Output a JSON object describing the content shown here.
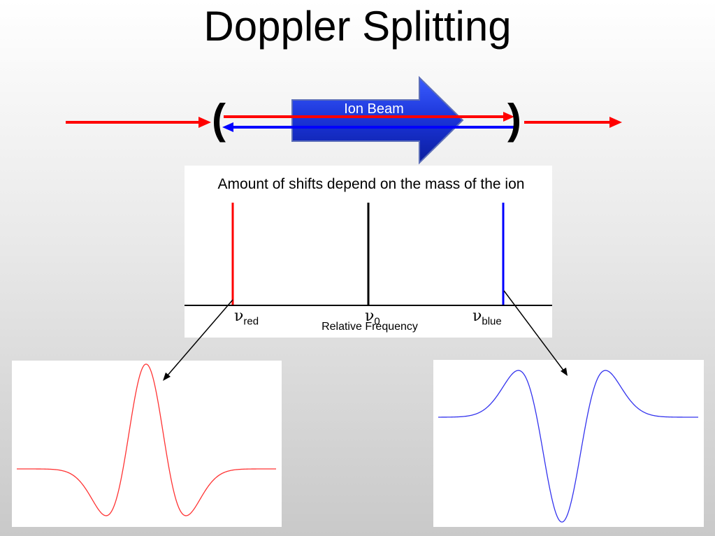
{
  "title": "Doppler Splitting",
  "beam": {
    "label": "Ion Beam",
    "left_mirror": "(",
    "right_mirror": ")",
    "colors": {
      "red": "#ff0000",
      "blue": "#0000ff",
      "arrow_body": "#1a33d6"
    }
  },
  "spectrum": {
    "caption": "Amount of shifts depend on the mass of the ion",
    "xlabel": "Relative Frequency",
    "lines": [
      {
        "name": "red",
        "symbol": "ν",
        "sub": "red",
        "color": "#ff0000"
      },
      {
        "name": "center",
        "symbol": "ν",
        "sub": "0",
        "color": "#000000"
      },
      {
        "name": "blue",
        "symbol": "ν",
        "sub": "blue",
        "color": "#0000ff"
      }
    ]
  },
  "insets": {
    "left": {
      "color": "#ff3333",
      "shape": "peak"
    },
    "right": {
      "color": "#3333ee",
      "shape": "dip"
    }
  }
}
